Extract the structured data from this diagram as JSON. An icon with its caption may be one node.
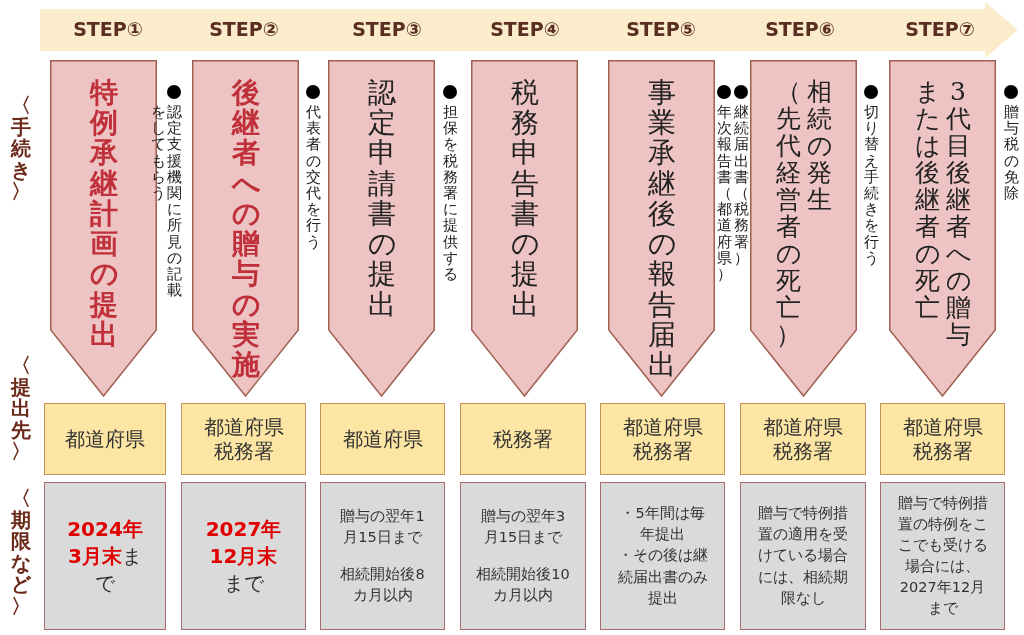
{
  "diagram": {
    "nodes": [
      {
        "text": [
          "STEP①",
          "STEP②",
          "STEP③",
          "STEP④",
          "STEP⑤",
          "STEP⑥",
          "STEP⑦"
        ]
      },
      {
        "text": [
          "特例承継計画の提出"
        ],
        "beside": [
          "認定支援機関に所見の記載をしてもらう"
        ]
      },
      {
        "text": [
          "後継者への贈与の実施"
        ],
        "beside": [
          "代表者の交代を行う"
        ]
      },
      {
        "text": [
          "認定申請書の提出"
        ],
        "beside": [
          "担保を税務署に提供する"
        ]
      },
      {
        "text": [
          "税務申告書の提出"
        ]
      },
      {
        "text": [
          "事業承継後の報告届出"
        ],
        "beside": [
          "継続届出書（税務署）",
          "年次報告書（都道府県）"
        ]
      },
      {
        "text": [
          "相続の発生（先代経営者の死亡）"
        ],
        "beside": [
          "切り替え手続きを行う"
        ]
      },
      {
        "text": [
          "3代目後継者への贈与または後継者の死亡"
        ],
        "beside": [
          "贈与税の免除"
        ]
      },
      {
        "text": [
          "都道府県"
        ]
      },
      {
        "text": [
          "都道府県税務署"
        ]
      },
      {
        "text": [
          "都道府県"
        ]
      },
      {
        "text": [
          "税務署"
        ]
      },
      {
        "text": [
          "都道府県税務署"
        ]
      },
      {
        "text": [
          "都道府県税務署"
        ]
      },
      {
        "text": [
          "都道府県税務署"
        ]
      },
      {
        "text": [
          "**2024年3月末**まで"
        ]
      },
      {
        "text": [
          "**2027年12月末**まで"
        ]
      },
      {
        "text": [
          "贈与の翌年1月15日まで",
          "相続開始後8カ月以内"
        ]
      },
      {
        "text": [
          "贈与の翌年3月15日まで",
          "相続開始後10カ月以内"
        ]
      },
      {
        "text": [
          "・5年間は毎年提出",
          "・その後は継続届出書のみ提出"
        ]
      },
      {
        "text": [
          "贈与で特例措置の適用を受けている場合には、相続期限なし"
        ]
      },
      {
        "text": [
          "贈与で特例措置の特例をここでも受ける場合には、2027年12月まで"
        ]
      }
    ],
    "labels": [
      "〈手続き〉",
      "〈提出先〉",
      "〈期限など〉"
    ]
  }
}
